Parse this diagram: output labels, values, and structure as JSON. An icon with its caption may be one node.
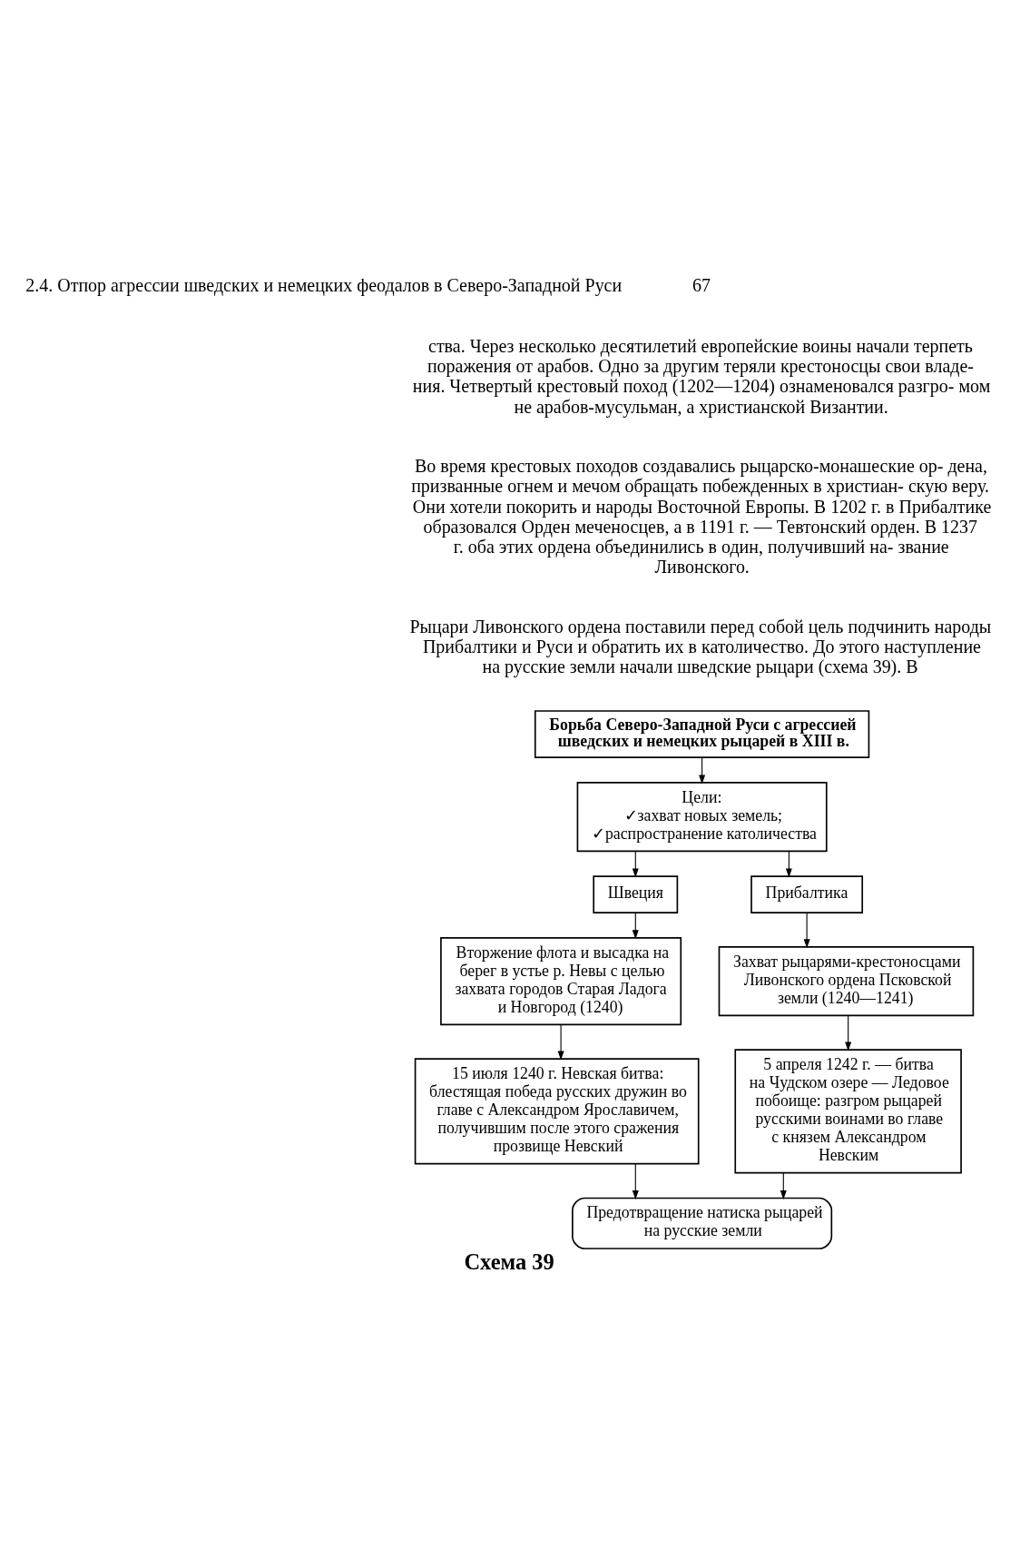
{
  "diagram": {
    "caption": "Схема 39",
    "nodes": [
      {
        "text": [
          "Борьба Северо-Западной Руси с агрессией шведских и немецких рыцарей в XIII в."
        ]
      },
      {
        "text": [
          "Цели:",
          "✓захват новых земель;",
          "✓распространение католичества"
        ]
      },
      {
        "text": [
          "Швеция"
        ]
      },
      {
        "text": [
          "Прибалтика"
        ]
      },
      {
        "text": [
          "Вторжение флота и высадка на берег в устье р. Невы с целью захвата городов Старая Ладога и Новгород (1240)"
        ]
      },
      {
        "text": [
          "Захват рыцарями-крестоносцами Ливонского ордена Псковской земли (1240—1241)"
        ]
      },
      {
        "text": [
          "15 июля 1240 г. Невская битва: блестящая победа русских дружин во главе с Александром Ярославичем, получившим после этого сражения прозвище Невский"
        ]
      },
      {
        "text": [
          "5 апреля 1242 г. — битва на Чудском озере — Ледовое побоище: разгром рыцарей русскими воинами во главе с князем Александром Невским"
        ]
      },
      {
        "text": [
          "Предотвращение натиска рыцарей на русские земли"
        ]
      }
    ],
    "edges": [
      {
        "from": 0,
        "to": 1,
        "arrow": "to"
      },
      {
        "from": 1,
        "to": 2,
        "arrow": "to"
      },
      {
        "from": 1,
        "to": 3,
        "arrow": "to"
      },
      {
        "from": 2,
        "to": 4,
        "arrow": "to"
      },
      {
        "from": 3,
        "to": 5,
        "arrow": "to"
      },
      {
        "from": 4,
        "to": 6,
        "arrow": "to"
      },
      {
        "from": 5,
        "to": 7,
        "arrow": "to"
      },
      {
        "from": 6,
        "to": 8,
        "arrow": "to"
      },
      {
        "from": 7,
        "to": 8,
        "arrow": "to"
      }
    ],
    "labels": [
      "2.4. Отпор агрессии шведских и немецких феодалов в Северо-Западной Руси",
      "67",
      "ства. Через несколько десятилетий европейские воины начали терпеть поражения от арабов. Одно за другим теряли крестоносцы свои владе- ния. Четвертый крестовый поход (1202—1204) ознаменовался разгро- мом не арабов-мусульман, а христианской Византии.",
      "Во время крестовых походов создавались рыцарско-монашеские ор- дена, призванные огнем и мечом обращать побежденных в христиан- скую веру. Они хотели покорить и народы Восточной Европы. В 1202 г. в Прибалтике образовался Орден меченосцев, а в 1191 г. — Тевтонский орден. В 1237 г. оба этих ордена объединились в один, получивший на- звание Ливонского.",
      "Рыцари Ливонского ордена поставили перед собой цель подчинить народы Прибалтики и Руси и обратить их в католичество. До этого наступление на русские земли начали шведские рыцари (схема 39). В"
    ]
  }
}
